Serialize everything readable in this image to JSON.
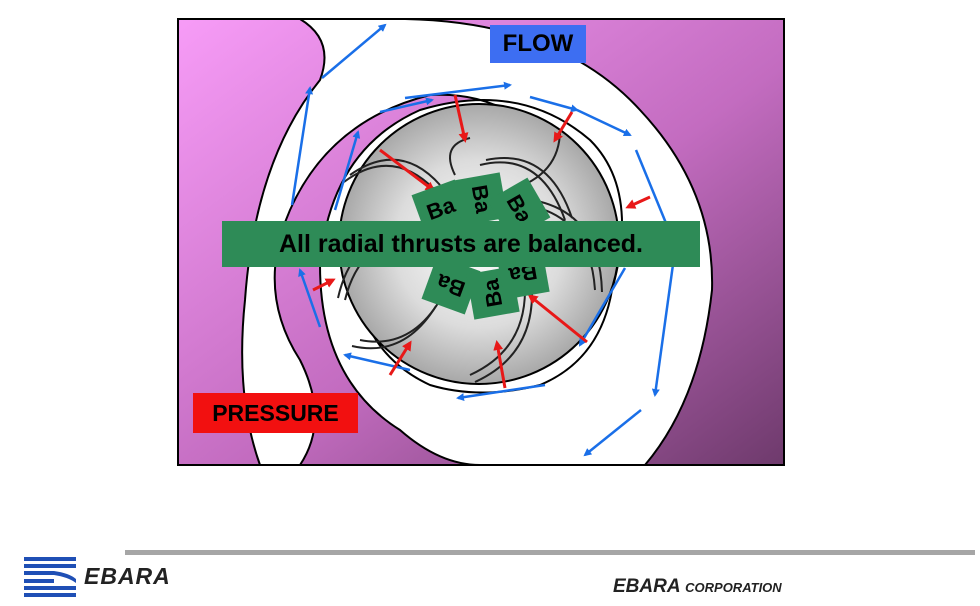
{
  "diagram": {
    "flow_label": "FLOW",
    "pressure_label": "PRESSURE",
    "banner": "All radial thrusts are balanced.",
    "rotated_fragment": "Ba",
    "colors": {
      "casing_top_left": "#f79cf7",
      "casing_bottom_right": "#7a3e78",
      "flow_arrow": "#1a6fe8",
      "pressure_arrow": "#e81818",
      "banner_bg": "#2e8b57",
      "flow_label_bg": "#3d6ef2",
      "pressure_label_bg": "#f21010"
    }
  },
  "footer": {
    "logo_text": "EBARA",
    "company": "EBARA",
    "company_suffix": "CORPORATION"
  }
}
